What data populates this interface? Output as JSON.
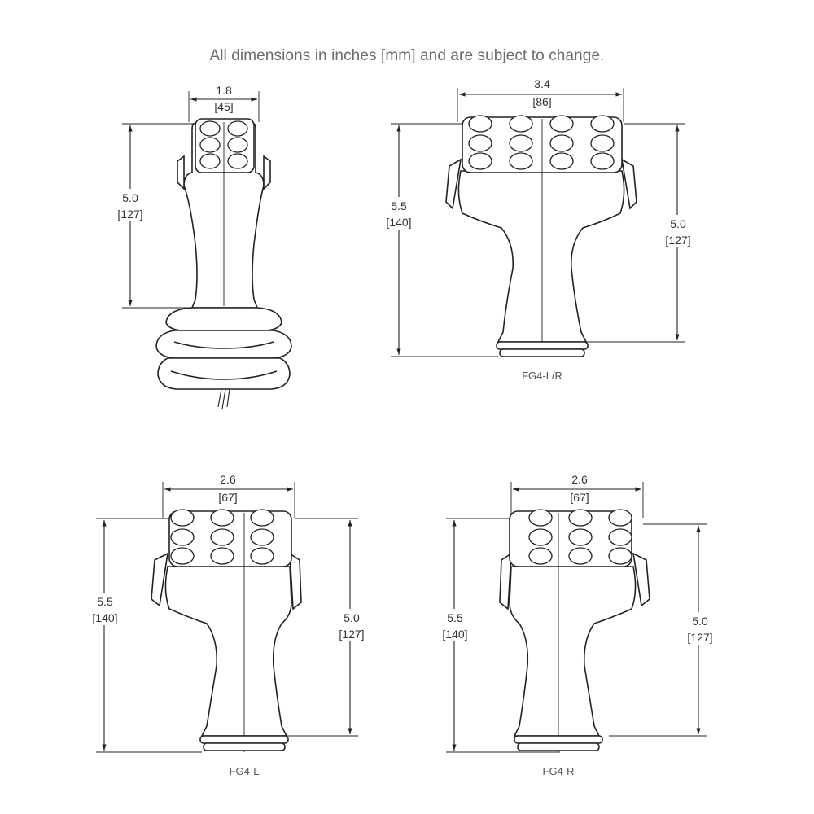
{
  "header": {
    "note": "All dimensions in inches [mm] and are subject to change."
  },
  "views": [
    {
      "id": "boot",
      "caption": "",
      "width": {
        "in": "1.8",
        "mm": "[45]"
      },
      "height": {
        "in": "5.0",
        "mm": "[127]"
      }
    },
    {
      "id": "lr",
      "caption": "FG4-L/R",
      "width": {
        "in": "3.4",
        "mm": "[86]"
      },
      "height_overall": {
        "in": "5.5",
        "mm": "[140]"
      },
      "height_grip": {
        "in": "5.0",
        "mm": "[127]"
      }
    },
    {
      "id": "left",
      "caption": "FG4-L",
      "width": {
        "in": "2.6",
        "mm": "[67]"
      },
      "height_overall": {
        "in": "5.5",
        "mm": "[140]"
      },
      "height_grip": {
        "in": "5.0",
        "mm": "[127]"
      }
    },
    {
      "id": "right",
      "caption": "FG4-R",
      "width": {
        "in": "2.6",
        "mm": "[67]"
      },
      "height_overall": {
        "in": "5.5",
        "mm": "[140]"
      },
      "height_grip": {
        "in": "5.0",
        "mm": "[127]"
      }
    }
  ]
}
